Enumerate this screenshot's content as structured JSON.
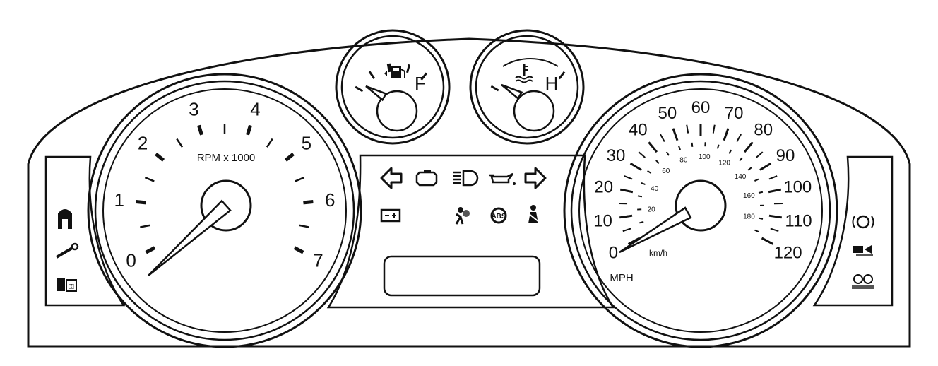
{
  "tachometer": {
    "label": "RPM x 1000",
    "ticks": [
      "0",
      "1",
      "2",
      "3",
      "4",
      "5",
      "6",
      "7"
    ],
    "needle_value": 0
  },
  "fuel_gauge": {
    "full_label": "F",
    "icon": "fuel-pump-icon",
    "level": 0
  },
  "temp_gauge": {
    "hot_label": "H",
    "icon": "coolant-temp-icon",
    "level": 0
  },
  "speedometer": {
    "unit_outer": "MPH",
    "unit_inner": "km/h",
    "mph_ticks": [
      "0",
      "10",
      "20",
      "30",
      "40",
      "50",
      "60",
      "70",
      "80",
      "90",
      "100",
      "110",
      "120"
    ],
    "kmh_ticks": [
      "20",
      "40",
      "60",
      "80",
      "100",
      "120",
      "140",
      "160",
      "180"
    ],
    "needle_value": 0
  },
  "warning_lights": [
    "left-turn-signal-icon",
    "check-engine-icon",
    "high-beam-icon",
    "oil-pressure-icon",
    "right-turn-signal-icon",
    "battery-charge-icon",
    "airbag-icon",
    "abs-icon",
    "seatbelt-icon"
  ],
  "left_panel_icons": [
    "door-ajar-icon",
    "service-wrench-icon",
    "fuel-door-icon"
  ],
  "right_panel_icons": [
    "brake-warning-icon",
    "four-wheel-drive-icon",
    "overdrive-off-icon"
  ],
  "odometer_display": ""
}
